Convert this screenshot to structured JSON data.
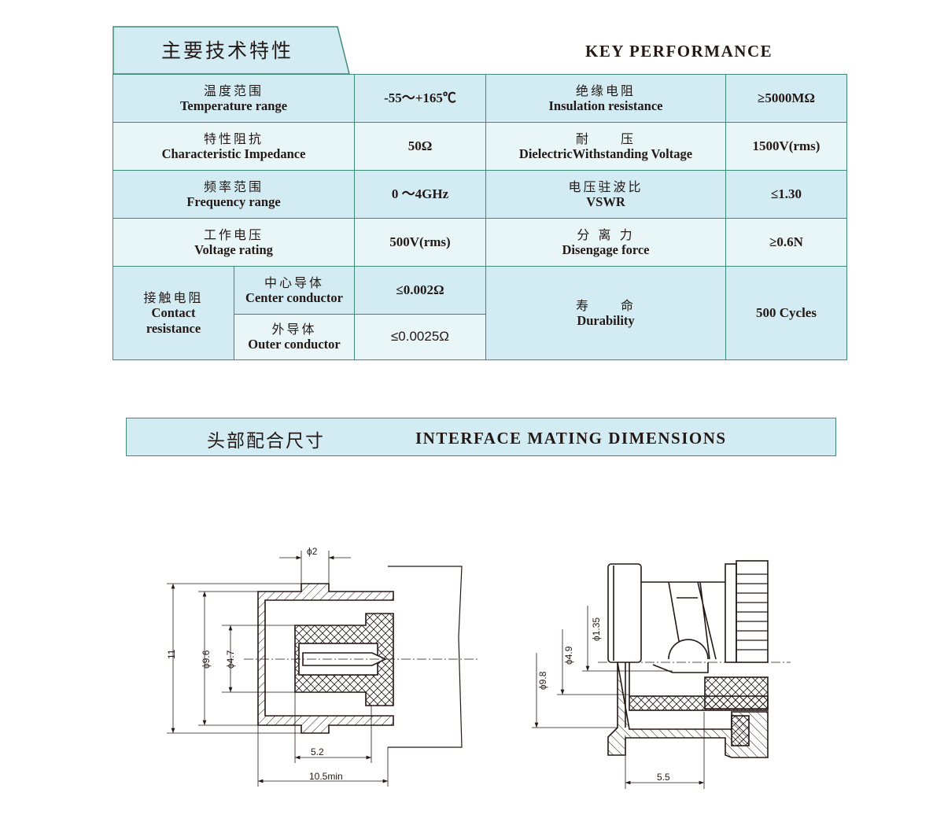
{
  "performance": {
    "title_zh": "主要技术特性",
    "title_en": "KEY PERFORMANCE",
    "rows": [
      {
        "left_zh": "温度范围",
        "left_en": "Temperature range",
        "left_value": "-55～+165℃",
        "right_zh": "绝缘电阻",
        "right_en": "Insulation resistance",
        "right_value": "≥5000MΩ"
      },
      {
        "left_zh": "特性阻抗",
        "left_en": "Characteristic Impedance",
        "left_value": "50Ω",
        "right_zh": "耐　　压",
        "right_en": "DielectricWithstanding Voltage",
        "right_value": "1500V(rms)"
      },
      {
        "left_zh": "频率范围",
        "left_en": "Frequency range",
        "left_value": "0 ～4GHz",
        "right_zh": "电压驻波比",
        "right_en": "VSWR",
        "right_value": "≤1.30"
      },
      {
        "left_zh": "工作电压",
        "left_en": "Voltage rating",
        "left_value": "500V(rms)",
        "right_zh": "分 离 力",
        "right_en": "Disengage force",
        "right_value": "≥0.6N"
      }
    ],
    "contact_resistance": {
      "label_zh": "接触电阻",
      "label_en_line1": "Contact",
      "label_en_line2": "resistance",
      "center": {
        "zh": "中心导体",
        "en": "Center conductor",
        "value": "≤0.002Ω"
      },
      "outer": {
        "zh": "外导体",
        "en": "Outer conductor",
        "value": "≤0.0025Ω"
      }
    },
    "durability": {
      "zh": "寿　　命",
      "en": "Durability",
      "value": "500 Cycles"
    }
  },
  "interface": {
    "title_zh": "头部配合尺寸",
    "title_en": "INTERFACE  MATING DIMENSIONS",
    "left_drawing": {
      "dims": {
        "phi2": "ϕ2",
        "eleven": "11",
        "phi9_6": "ϕ9.6",
        "phi4_7": "ϕ4.7",
        "d5_2": "5.2",
        "d10_5": "10.5min"
      }
    },
    "right_drawing": {
      "dims": {
        "phi1_35": "ϕ1.35",
        "phi4_9": "ϕ4.9",
        "phi9_8": "ϕ9.8",
        "d5_5": "5.5"
      }
    }
  }
}
